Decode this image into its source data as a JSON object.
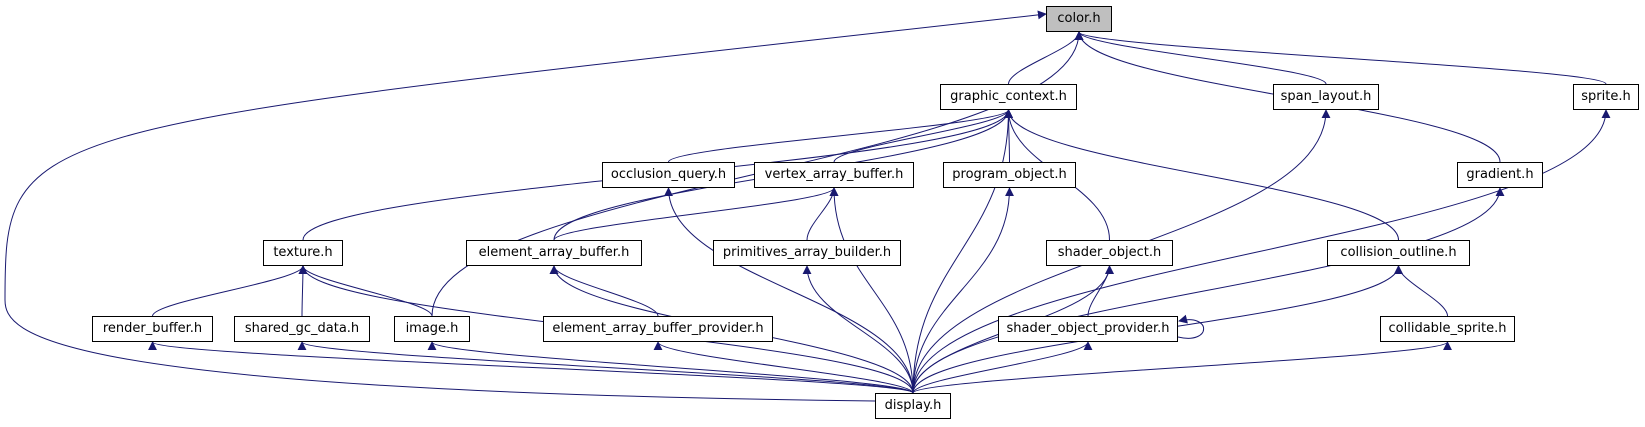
{
  "colors": {
    "edge": "#191970",
    "node_border": "#000000",
    "node_fill": "#ffffff",
    "focus_fill": "#bfbfbf"
  },
  "nodes": {
    "color": "color.h",
    "graphic_context": "graphic_context.h",
    "span_layout": "span_layout.h",
    "sprite": "sprite.h",
    "occlusion_query": "occlusion_query.h",
    "vertex_array_buffer": "vertex_array_buffer.h",
    "program_object": "program_object.h",
    "gradient": "gradient.h",
    "texture": "texture.h",
    "element_array_buffer": "element_array_buffer.h",
    "primitives_array_builder": "primitives_array_builder.h",
    "shader_object": "shader_object.h",
    "collision_outline": "collision_outline.h",
    "render_buffer": "render_buffer.h",
    "shared_gc_data": "shared_gc_data.h",
    "image": "image.h",
    "element_array_buffer_provider": "element_array_buffer_provider.h",
    "shader_object_provider": "shader_object_provider.h",
    "collidable_sprite": "collidable_sprite.h",
    "display": "display.h"
  },
  "edges": [
    [
      "display",
      "color"
    ],
    [
      "display",
      "graphic_context"
    ],
    [
      "display",
      "span_layout"
    ],
    [
      "display",
      "sprite"
    ],
    [
      "display",
      "gradient"
    ],
    [
      "display",
      "texture"
    ],
    [
      "display",
      "image"
    ],
    [
      "display",
      "render_buffer"
    ],
    [
      "display",
      "shared_gc_data"
    ],
    [
      "display",
      "element_array_buffer"
    ],
    [
      "display",
      "element_array_buffer_provider"
    ],
    [
      "display",
      "occlusion_query"
    ],
    [
      "display",
      "vertex_array_buffer"
    ],
    [
      "display",
      "primitives_array_builder"
    ],
    [
      "display",
      "program_object"
    ],
    [
      "display",
      "shader_object"
    ],
    [
      "display",
      "shader_object_provider"
    ],
    [
      "display",
      "collision_outline"
    ],
    [
      "display",
      "collidable_sprite"
    ],
    [
      "graphic_context",
      "color"
    ],
    [
      "span_layout",
      "color"
    ],
    [
      "sprite",
      "color"
    ],
    [
      "gradient",
      "color"
    ],
    [
      "image",
      "color"
    ],
    [
      "texture",
      "graphic_context"
    ],
    [
      "element_array_buffer",
      "graphic_context"
    ],
    [
      "occlusion_query",
      "graphic_context"
    ],
    [
      "vertex_array_buffer",
      "graphic_context"
    ],
    [
      "program_object",
      "graphic_context"
    ],
    [
      "shader_object",
      "graphic_context"
    ],
    [
      "collision_outline",
      "graphic_context"
    ],
    [
      "render_buffer",
      "texture"
    ],
    [
      "shared_gc_data",
      "texture"
    ],
    [
      "image",
      "texture"
    ],
    [
      "element_array_buffer",
      "vertex_array_buffer"
    ],
    [
      "primitives_array_builder",
      "vertex_array_buffer"
    ],
    [
      "element_array_buffer_provider",
      "element_array_buffer"
    ],
    [
      "shader_object_provider",
      "shader_object"
    ],
    [
      "shader_object_provider",
      "shader_object_provider"
    ],
    [
      "collidable_sprite",
      "collision_outline"
    ]
  ]
}
